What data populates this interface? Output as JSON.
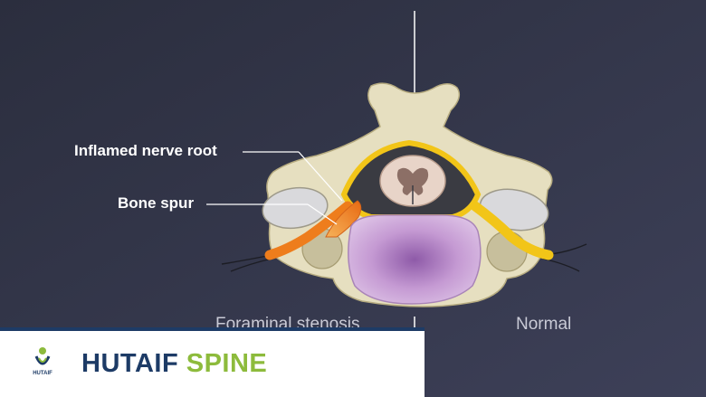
{
  "labels": {
    "inflamed_nerve_root": "Inflamed nerve root",
    "bone_spur": "Bone spur"
  },
  "captions": {
    "left": "Foraminal stenosis",
    "right": "Normal"
  },
  "brand": {
    "name_part1": "HUTAIF",
    "name_part2": "SPINE",
    "logo_text": "HUTAIF"
  },
  "colors": {
    "background": "#2b2e3e",
    "brand_blue": "#1d3b66",
    "brand_green": "#8dbb3c",
    "bone": "#e6dfc0",
    "nerve_yellow": "#f2c518",
    "inflamed_orange": "#ee7d1c",
    "disc_purple": "#c59ad3"
  }
}
